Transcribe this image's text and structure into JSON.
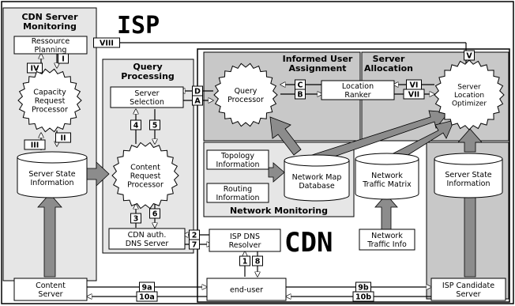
{
  "regions": {
    "isp_label": "ISP",
    "cdn_label": "CDN",
    "cdn_monitoring_title": "CDN Server Monitoring",
    "query_processing_title": "Query Processing",
    "informed_user_assignment_title": "Informed User Assignment",
    "server_allocation_title": "Server Allocation",
    "network_monitoring_title": "Network Monitoring"
  },
  "components": {
    "resource_planning": "Ressource Planning",
    "capacity_request_processor": "Capacity Request Processor",
    "server_state_information_left": "Server State Information",
    "content_server": "Content Server",
    "server_selection": "Server Selection",
    "content_request_processor": "Content Request Processor",
    "cdn_auth_dns_server": "CDN auth. DNS Server",
    "query_processor": "Query Processor",
    "location_ranker": "Location Ranker",
    "server_location_optimizer": "Server Location Optimizer",
    "topology_information": "Topology Information",
    "routing_information": "Routing Information",
    "network_map_database": "Network Map Database",
    "network_traffic_matrix": "Network Traffic Matrix",
    "server_state_information_right": "Server State Information",
    "network_traffic_info": "Network Traffic Info",
    "isp_dns_resolver": "ISP DNS Resolver",
    "end_user": "end-user",
    "isp_candidate_server": "ISP Candidate Server"
  },
  "step_labels": {
    "I": "I",
    "II": "II",
    "III": "III",
    "IV": "IV",
    "V": "V",
    "VI": "VI",
    "VII": "VII",
    "VIII": "VIII",
    "A": "A",
    "B": "B",
    "C": "C",
    "D": "D",
    "s1": "1",
    "s2": "2",
    "s3": "3",
    "s4": "4",
    "s5": "5",
    "s6": "6",
    "s7": "7",
    "s8": "8",
    "s9a": "9a",
    "s10a": "10a",
    "s9b": "9b",
    "s10b": "10b"
  },
  "colors": {
    "region_fill": "#e6e6e6",
    "subregion_fill": "#c8c8c8",
    "arrow_gray": "#8c8c8c",
    "box_fill": "#ffffff",
    "stroke": "#000000"
  }
}
